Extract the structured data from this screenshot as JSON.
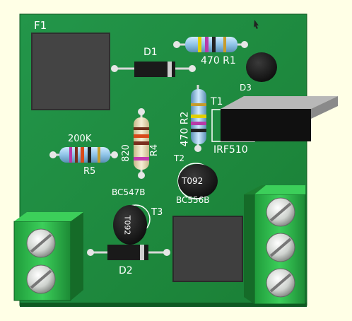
{
  "labels": {
    "f1": "F1",
    "d1": "D1",
    "r1": "470 R1",
    "d3": "D3",
    "t1": "T1",
    "r2": "470 R2",
    "r4": "R4",
    "r4_value": "820",
    "r5_value": "200K",
    "r5": "R5",
    "t2": "T2",
    "t2_package": "T092",
    "t2_part": "BC556B",
    "t1_part": "IRF510",
    "t3_part": "BC547B",
    "t3": "T3",
    "t3_package": "T092",
    "d2": "D2"
  },
  "colors": {
    "background": "#ffffe6",
    "pcb": "#1f8a3a",
    "terminal": "#2fb54a"
  }
}
